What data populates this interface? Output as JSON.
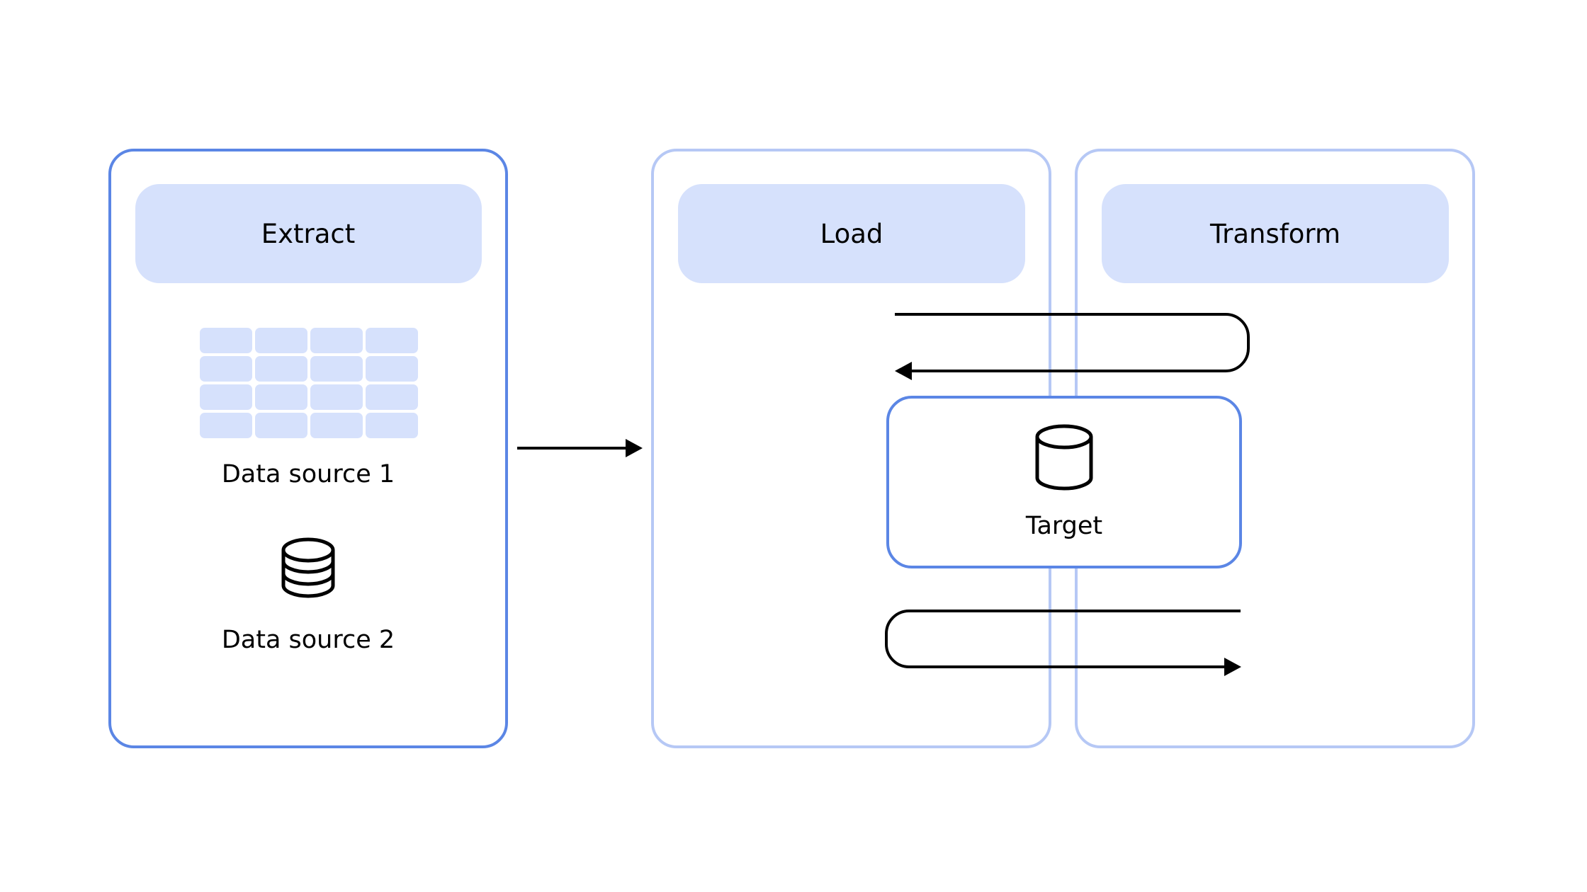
{
  "stages": {
    "extract": {
      "title": "Extract"
    },
    "load": {
      "title": "Load"
    },
    "transform": {
      "title": "Transform"
    }
  },
  "sources": [
    {
      "label": "Data source 1",
      "icon": "table-grid-icon"
    },
    {
      "label": "Data source 2",
      "icon": "database-stack-icon"
    }
  ],
  "target": {
    "label": "Target",
    "icon": "database-cylinder-icon"
  },
  "colors": {
    "box_border_active": "#5b86e5",
    "box_border_light": "#b6c8f5",
    "header_fill": "#d6e1fc",
    "grid_cell_fill": "#d6e1fc",
    "divider_dash": "#b6c8f5",
    "arrow": "#000000"
  }
}
